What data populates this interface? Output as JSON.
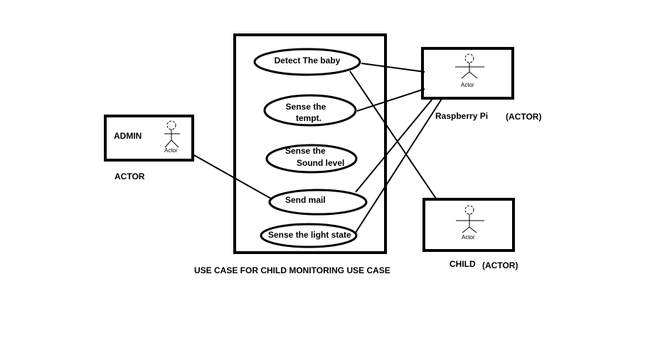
{
  "diagram": {
    "caption": "USE CASE FOR CHILD MONITORING USE CASE",
    "use_cases": [
      {
        "id": "detect",
        "label_lines": [
          "Detect The baby"
        ]
      },
      {
        "id": "temp",
        "label_lines": [
          "Sense the",
          "tempt."
        ]
      },
      {
        "id": "sound",
        "label_lines": [
          "Sense the",
          "Sound level"
        ]
      },
      {
        "id": "mail",
        "label_lines": [
          "Send mail"
        ]
      },
      {
        "id": "light",
        "label_lines": [
          "Sense the light state"
        ]
      }
    ],
    "actors": {
      "admin": {
        "box_label": "ADMIN",
        "figure_label": "Actor",
        "type_label": "ACTOR"
      },
      "raspberry": {
        "name": "Raspberry Pi",
        "figure_label": "Actor",
        "type_label": "(ACTOR)"
      },
      "child": {
        "name": "CHILD",
        "figure_label": "Actor",
        "type_label": "(ACTOR)"
      }
    },
    "associations": [
      [
        "detect",
        "raspberry"
      ],
      [
        "temp",
        "raspberry"
      ],
      [
        "mail",
        "raspberry"
      ],
      [
        "light",
        "raspberry"
      ],
      [
        "detect",
        "child"
      ],
      [
        "admin",
        "mail"
      ]
    ]
  }
}
